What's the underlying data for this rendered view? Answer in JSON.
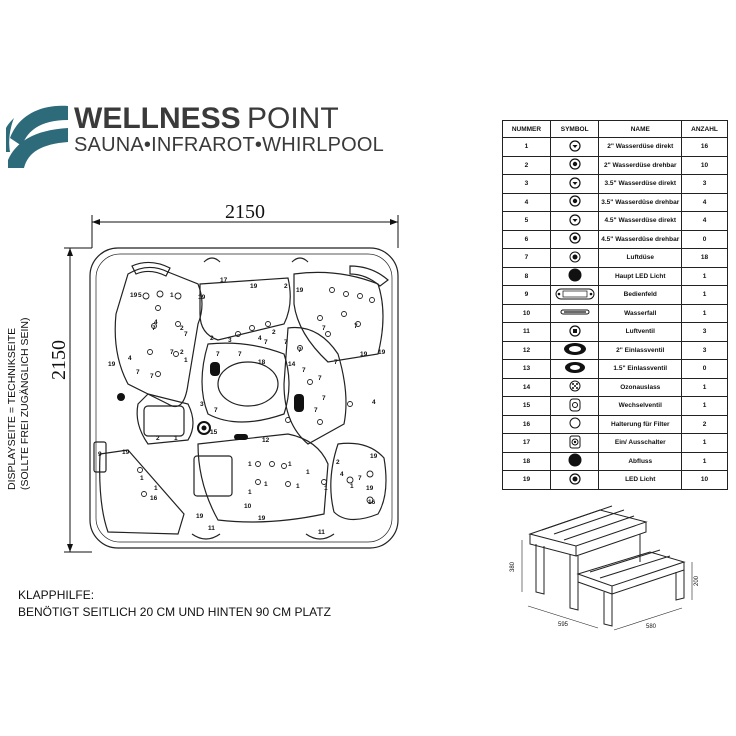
{
  "brand": {
    "name_bold": "WELLNESS",
    "name_light": "POINT",
    "tagline": "SAUNA•INFRAROT•WHIRLPOOL"
  },
  "dimensions": {
    "width": "2150",
    "height": "2150"
  },
  "side_label": {
    "line1": "DISPLAYSEITE = TECHNIKSEITE",
    "line2": "(SOLLTE FREI ZUGÄNGLICH SEIN)"
  },
  "note": {
    "title": "KLAPPHILFE:",
    "body": "BENÖTIGT SEITLICH 20 CM UND HINTEN 90 CM PLATZ"
  },
  "legend": {
    "headers": [
      "NUMMER",
      "SYMBOL",
      "NAME",
      "ANZAHL"
    ],
    "rows": [
      {
        "num": "1",
        "icon": "jet-direct-icon",
        "name": "2\" Wasserdüse direkt",
        "qty": "16"
      },
      {
        "num": "2",
        "icon": "jet-rotating-icon",
        "name": "2\" Wasserdüse drehbar",
        "qty": "10"
      },
      {
        "num": "3",
        "icon": "jet-direct-icon",
        "name": "3.5\" Wasserdüse direkt",
        "qty": "3"
      },
      {
        "num": "4",
        "icon": "jet-rotating-icon",
        "name": "3.5\" Wasserdüse drehbar",
        "qty": "4"
      },
      {
        "num": "5",
        "icon": "jet-direct-icon",
        "name": "4.5\" Wasserdüse direkt",
        "qty": "4"
      },
      {
        "num": "6",
        "icon": "jet-rotating-icon",
        "name": "4.5\" Wasserdüse drehbar",
        "qty": "0"
      },
      {
        "num": "7",
        "icon": "air-jet-icon",
        "name": "Luftdüse",
        "qty": "18"
      },
      {
        "num": "8",
        "icon": "main-led-icon",
        "name": "Haupt LED Licht",
        "qty": "1"
      },
      {
        "num": "9",
        "icon": "control-panel-icon",
        "name": "Bedienfeld",
        "qty": "1"
      },
      {
        "num": "10",
        "icon": "waterfall-icon",
        "name": "Wasserfall",
        "qty": "1"
      },
      {
        "num": "11",
        "icon": "air-valve-icon",
        "name": "Luftventil",
        "qty": "3"
      },
      {
        "num": "12",
        "icon": "inlet-valve-large-icon",
        "name": "2\" Einlassventil",
        "qty": "3"
      },
      {
        "num": "13",
        "icon": "inlet-valve-small-icon",
        "name": "1.5\" Einlassventil",
        "qty": "0"
      },
      {
        "num": "14",
        "icon": "ozone-outlet-icon",
        "name": "Ozonauslass",
        "qty": "1"
      },
      {
        "num": "15",
        "icon": "diverter-valve-icon",
        "name": "Wechselventil",
        "qty": "1"
      },
      {
        "num": "16",
        "icon": "filter-holder-icon",
        "name": "Halterung für Filter",
        "qty": "2"
      },
      {
        "num": "17",
        "icon": "on-off-switch-icon",
        "name": "Ein/ Ausschalter",
        "qty": "1"
      },
      {
        "num": "18",
        "icon": "drain-icon",
        "name": "Abfluss",
        "qty": "1"
      },
      {
        "num": "19",
        "icon": "led-light-icon",
        "name": "LED Licht",
        "qty": "10"
      }
    ]
  },
  "stairs": {
    "dim_height_left": "380",
    "dim_height_right": "200",
    "dim_depth_left": "595",
    "dim_depth_right": "580"
  },
  "tub_labels": [
    "19",
    "5",
    "1",
    "19",
    "17",
    "19",
    "2",
    "19",
    "4",
    "7",
    "2",
    "7",
    "3",
    "7",
    "4",
    "7",
    "2",
    "7",
    "7",
    "7",
    "19",
    "4",
    "7",
    "7",
    "18",
    "2",
    "1",
    "7",
    "2",
    "7",
    "19",
    "7",
    "7",
    "7",
    "7",
    "14",
    "7",
    "7",
    "4",
    "19",
    "3",
    "7",
    "12",
    "15",
    "2",
    "1",
    "1",
    "1",
    "1",
    "1",
    "1",
    "2",
    "7",
    "19",
    "1",
    "1",
    "16",
    "1",
    "1",
    "1",
    "4",
    "19",
    "16",
    "19",
    "11",
    "19",
    "11",
    "10",
    "19",
    "9"
  ]
}
